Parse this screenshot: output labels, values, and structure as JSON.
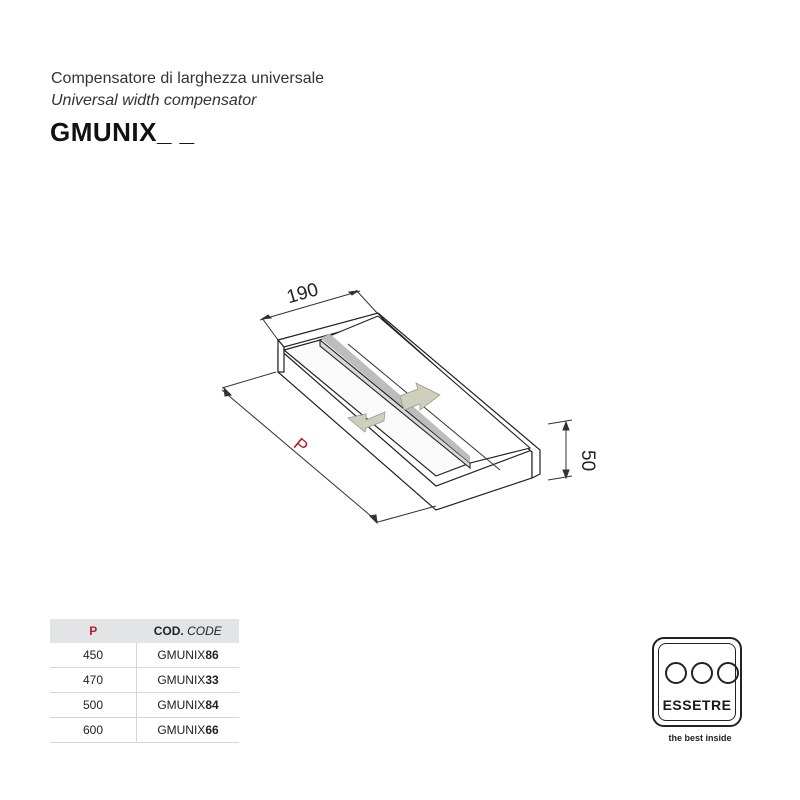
{
  "header": {
    "title_it": "Compensatore di larghezza universale",
    "title_en": "Universal width compensator",
    "model": "GMUNIX_ _"
  },
  "drawing": {
    "width_label": "190",
    "height_label": "50",
    "depth_label": "P",
    "depth_label_color": "#b0212b",
    "arrow_color": "#cfcfbd"
  },
  "table": {
    "header_p": "P",
    "header_code_bold": "COD.",
    "header_code_italic": "CODE",
    "rows": [
      {
        "p": "450",
        "code_prefix": "GMUNIX",
        "code_suffix": "86"
      },
      {
        "p": "470",
        "code_prefix": "GMUNIX",
        "code_suffix": "33"
      },
      {
        "p": "500",
        "code_prefix": "GMUNIX",
        "code_suffix": "84"
      },
      {
        "p": "600",
        "code_prefix": "GMUNIX",
        "code_suffix": "66"
      }
    ]
  },
  "logo": {
    "name": "ESSETRE",
    "tagline": "the best inside"
  }
}
